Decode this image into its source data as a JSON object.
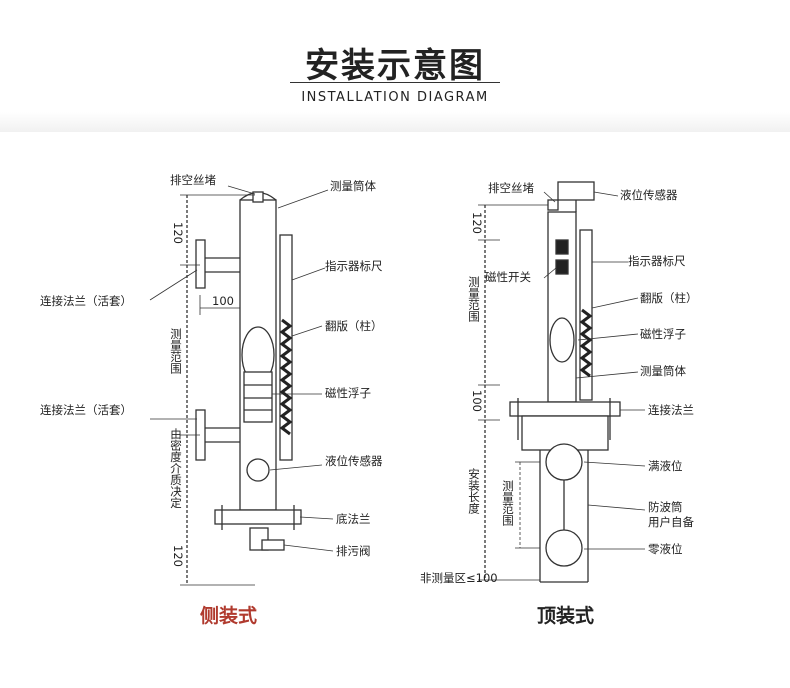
{
  "header": {
    "title_cn": "安装示意图",
    "title_en": "INSTALLATION DIAGRAM"
  },
  "side": {
    "caption": "侧装式",
    "caption_color": "#b03a2e",
    "labels": {
      "drain_plug": "排空丝堵",
      "measuring_tube": "测量筒体",
      "indicator_scale": "指示器标尺",
      "flap": "翻版（柱）",
      "magnetic_float": "磁性浮子",
      "level_sensor": "液位传感器",
      "bottom_flange": "底法兰",
      "drain_valve": "排污阀",
      "flange_upper": "连接法兰（活套）",
      "flange_lower": "连接法兰（活套）",
      "dim_top": "120",
      "dim_offset": "100",
      "range_v": "测量范围",
      "medium_v": "由密度介质决定",
      "dim_bottom": "120"
    }
  },
  "top": {
    "caption": "顶装式",
    "caption_color": "#222222",
    "labels": {
      "drain_plug": "排空丝堵",
      "level_sensor": "液位传感器",
      "magnetic_switch": "磁性开关",
      "indicator_scale": "指示器标尺",
      "flap": "翻版（柱）",
      "magnetic_float": "磁性浮子",
      "measuring_tube": "测量筒体",
      "connecting_flange": "连接法兰",
      "full_level": "满液位",
      "wave_tube_1": "防波筒",
      "wave_tube_2": "用户自备",
      "zero_level": "零液位",
      "non_measure": "非测量区≤100",
      "dim_top": "120",
      "dim_mid": "100",
      "range_v": "测量范围",
      "install_v": "安装长度",
      "range_v2": "测量范围"
    }
  },
  "colors": {
    "line": "#333333",
    "flap_fill": "#222222",
    "band": "#f1f1f1"
  }
}
